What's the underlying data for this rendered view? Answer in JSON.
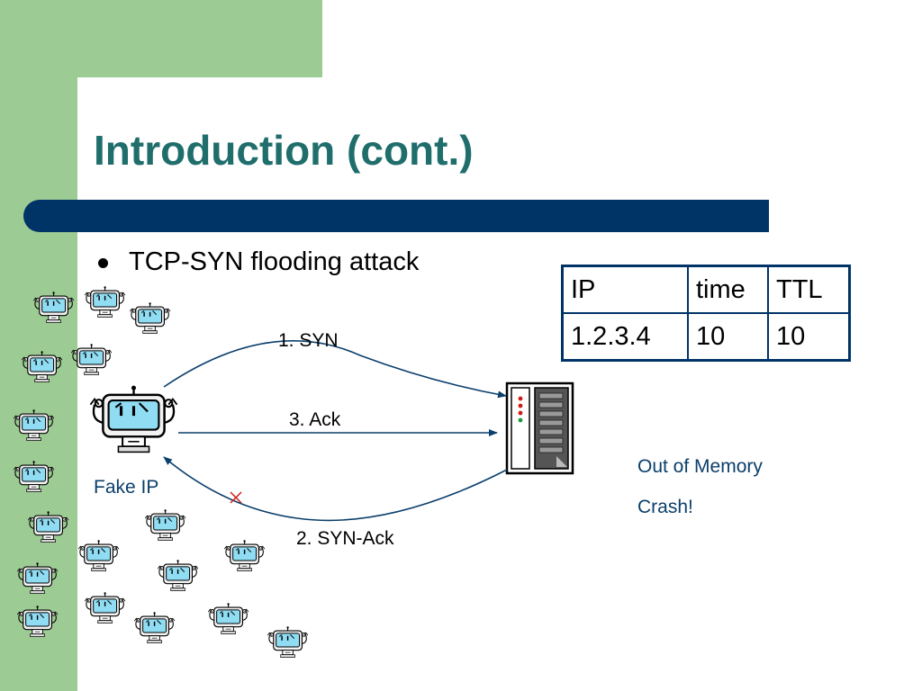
{
  "slide": {
    "title": "Introduction (cont.)",
    "bullet": "TCP-SYN flooding attack"
  },
  "table": {
    "headers": [
      "IP",
      "time",
      "TTL"
    ],
    "rows": [
      [
        "1.2.3.4",
        "10",
        "10"
      ]
    ]
  },
  "diagram": {
    "edges": {
      "syn": "1. SYN",
      "ack": "3. Ack",
      "syn_ack": "2. SYN-Ack"
    },
    "attacker_label": "Fake IP",
    "server_status": [
      "Out of Memory",
      "Crash!"
    ],
    "colors": {
      "title": "#1f6e6c",
      "accent_bar": "#003366",
      "background_band": "#9dcb94",
      "arrow": "#0b3f6c",
      "blocked_mark": "#d11a1a",
      "screen": "#8fdcf3"
    }
  }
}
